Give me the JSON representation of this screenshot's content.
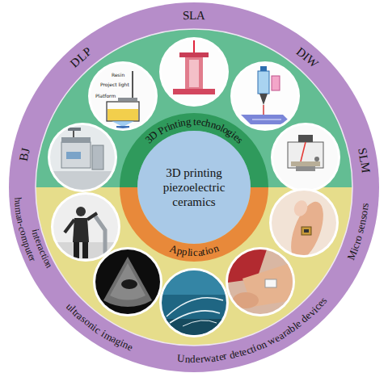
{
  "diagram": {
    "nodes": [
      {
        "text": [
          "3D Printing technologies"
        ]
      },
      {
        "text": [
          "3D printing piezoelectric ceramics"
        ]
      },
      {
        "text": [
          "Application"
        ]
      }
    ],
    "labels": [
      "SLA",
      "DLP",
      "DIW",
      "BJ",
      "SLM",
      "Resin",
      "Project light",
      "Platform",
      "human-computer interaction",
      "Micro sensors",
      "ultrasonic imagine",
      "Underwater detection wearable devices"
    ]
  }
}
